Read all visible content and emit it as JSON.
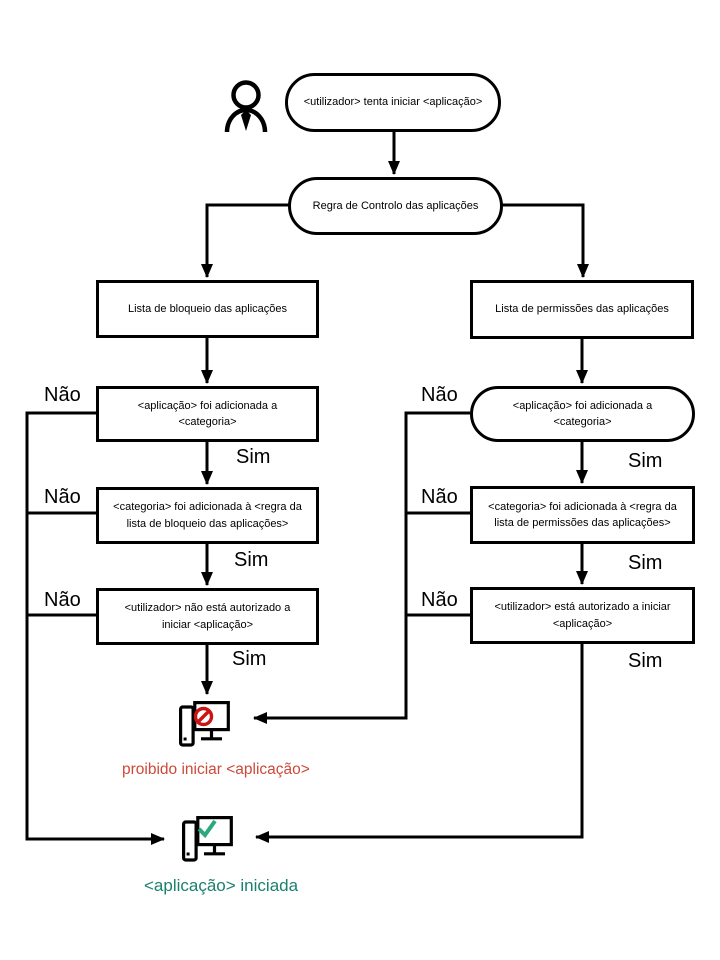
{
  "labels": {
    "no": "Não",
    "yes": "Sim"
  },
  "nodes": {
    "start": "<utilizador> tenta iniciar <aplicação>",
    "rule": "Regra de Controlo das aplicações",
    "blocklist": "Lista de bloqueio das aplicações",
    "allowlist": "Lista de permissões das aplicações",
    "block_app_in_category": "<aplicação> foi adicionada a <categoria>",
    "allow_app_in_category": "<aplicação> foi adicionada a <categoria>",
    "block_category_in_rule": "<categoria> foi adicionada à <regra da lista de bloqueio das aplicações>",
    "allow_category_in_rule": "<categoria> foi adicionada à <regra da lista de permissões das aplicações>",
    "block_user_not_authorized": "<utilizador> não está autorizado a iniciar <aplicação>",
    "allow_user_authorized": "<utilizador> está autorizado a iniciar <aplicação>"
  },
  "outcomes": {
    "denied": "proibido iniciar <aplicação>",
    "started": "<aplicação> iniciada"
  },
  "icons": {
    "user": "user-icon",
    "denied": "computer-blocked-icon",
    "started": "computer-check-icon"
  },
  "colors": {
    "line": "#000000",
    "denied_text": "#cd4a39",
    "prohibit_icon": "#cc1414",
    "check_icon": "#2ba87c",
    "started_text": "#1a8070"
  }
}
